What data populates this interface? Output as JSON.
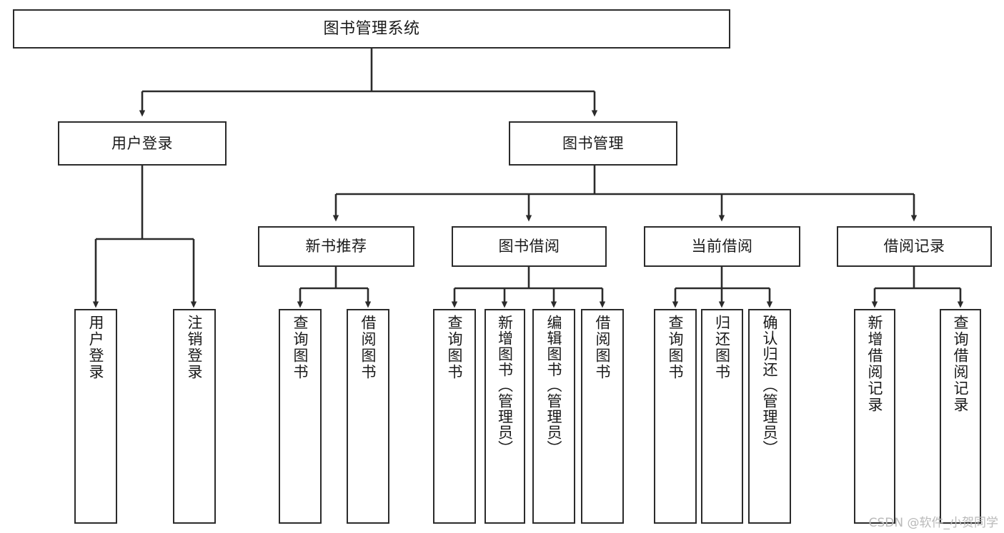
{
  "diagram": {
    "title": "图书管理系统",
    "type": "tree-hierarchy-chart",
    "stroke_color": "#2b2b2b",
    "fill_color": "#ffffff",
    "text_color": "#1a1a1a"
  },
  "root": {
    "label": "图书管理系统"
  },
  "level2": [
    {
      "label": "用户登录"
    },
    {
      "label": "图书管理"
    }
  ],
  "level3": [
    {
      "label": "新书推荐"
    },
    {
      "label": "图书借阅"
    },
    {
      "label": "当前借阅"
    },
    {
      "label": "借阅记录"
    }
  ],
  "leaves": {
    "user_login": [
      {
        "label": "用户登录"
      },
      {
        "label": "注销登录"
      }
    ],
    "new_book_recommend": [
      {
        "label": "查询图书"
      },
      {
        "label": "借阅图书"
      }
    ],
    "book_borrow": [
      {
        "label": "查询图书"
      },
      {
        "label": "新增图书（管理员）"
      },
      {
        "label": "编辑图书（管理员）"
      },
      {
        "label": "借阅图书"
      }
    ],
    "current_borrow": [
      {
        "label": "查询图书"
      },
      {
        "label": "归还图书"
      },
      {
        "label": "确认归还（管理员）"
      }
    ],
    "borrow_record": [
      {
        "label": "新增借阅记录"
      },
      {
        "label": "查询借阅记录"
      }
    ]
  },
  "watermark": {
    "text": "CSDN @软件_小贺同学"
  }
}
